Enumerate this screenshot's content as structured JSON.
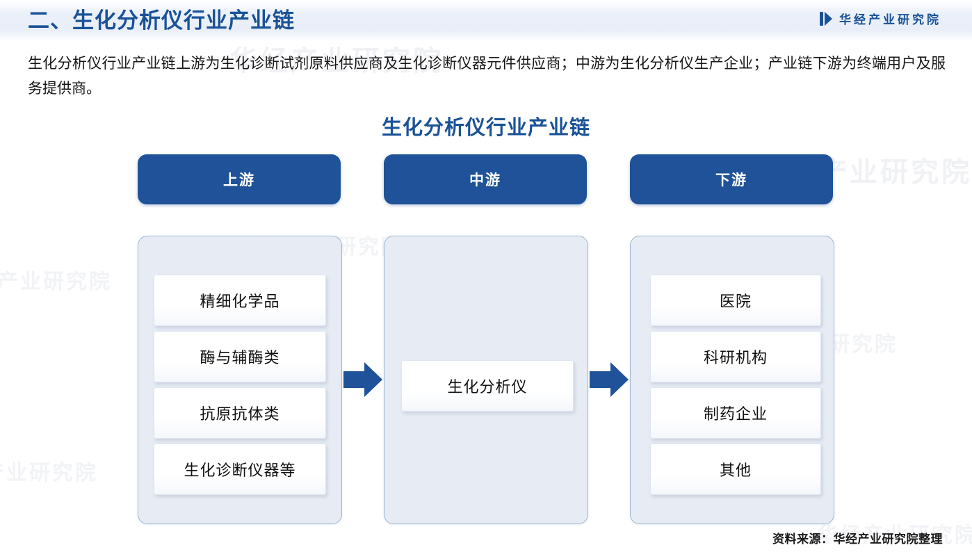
{
  "header": {
    "section_title": "二、生化分析仪行业产业链",
    "brand_text": "华经产业研究院",
    "brand_icon": "double-triangle-logo-icon"
  },
  "intro": {
    "paragraph": "生化分析仪行业产业链上游为生化诊断试剂原料供应商及生化诊断仪器元件供应商；中游为生化分析仪生产企业；产业链下游为终端用户及服务提供商。"
  },
  "diagram": {
    "title": "生化分析仪行业产业链",
    "columns": [
      {
        "key": "upstream",
        "head_label": "上游",
        "items": [
          "精细化学品",
          "酶与辅酶类",
          "抗原抗体类",
          "生化诊断仪器等"
        ]
      },
      {
        "key": "midstream",
        "head_label": "中游",
        "items": [
          "生化分析仪"
        ]
      },
      {
        "key": "downstream",
        "head_label": "下游",
        "items": [
          "医院",
          "科研机构",
          "制药企业",
          "其他"
        ]
      }
    ],
    "arrows": [
      {
        "name": "arrow-upstream-to-midstream",
        "direction": "right"
      },
      {
        "name": "arrow-midstream-to-downstream",
        "direction": "right"
      }
    ]
  },
  "footer": {
    "source": "资料来源：华经产业研究院整理"
  },
  "watermark": {
    "text": "华经产业研究院"
  },
  "colors": {
    "brand_blue": "#1a5297",
    "head_box": "#1f5299",
    "container_fill": "#e7ecf4",
    "container_border": "#9fb6d4",
    "arrow": "#1f5299",
    "header_band": "#e9eef8",
    "item_fill": "#ffffff",
    "body_text": "#161616",
    "watermark": "#f0f1f4"
  }
}
